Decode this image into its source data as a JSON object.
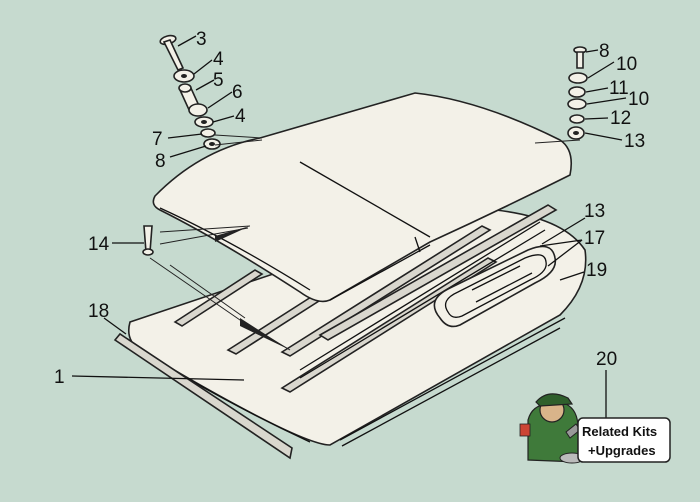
{
  "diagram": {
    "callouts": [
      {
        "id": "c3",
        "label": "3"
      },
      {
        "id": "c4a",
        "label": "4"
      },
      {
        "id": "c5",
        "label": "5"
      },
      {
        "id": "c6",
        "label": "6"
      },
      {
        "id": "c4b",
        "label": "4"
      },
      {
        "id": "c7",
        "label": "7"
      },
      {
        "id": "c8a",
        "label": "8"
      },
      {
        "id": "c8b",
        "label": "8"
      },
      {
        "id": "c10a",
        "label": "10"
      },
      {
        "id": "c11",
        "label": "11"
      },
      {
        "id": "c10b",
        "label": "10"
      },
      {
        "id": "c12",
        "label": "12"
      },
      {
        "id": "c13a",
        "label": "13"
      },
      {
        "id": "c13b",
        "label": "13"
      },
      {
        "id": "c17",
        "label": "17"
      },
      {
        "id": "c19",
        "label": "19"
      },
      {
        "id": "c14",
        "label": "14"
      },
      {
        "id": "c18",
        "label": "18"
      },
      {
        "id": "c1",
        "label": "1"
      },
      {
        "id": "c20",
        "label": "20"
      }
    ],
    "related_kits": {
      "line1": "Related Kits",
      "line2": "+Upgrades"
    }
  },
  "colors": {
    "background": "#c6dacf",
    "part_fill": "#f3f1e8",
    "line": "#222222",
    "badge_green": "#3f7a3a"
  }
}
